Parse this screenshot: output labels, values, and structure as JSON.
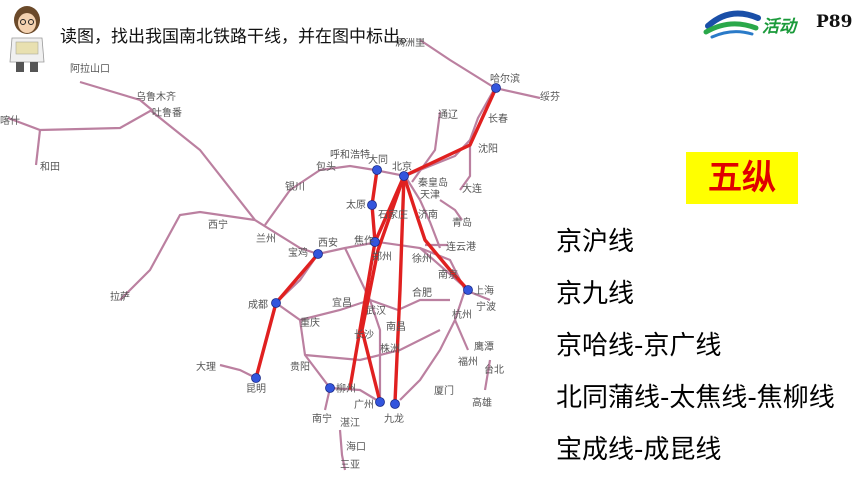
{
  "header": {
    "instruction": "读图，找出我国南北铁路干线，并在图中标出。",
    "logo_text": "活动",
    "page_ref": "P89"
  },
  "banner": {
    "title": "五纵"
  },
  "lines": [
    "京沪线",
    "京九线",
    "京哈线-京广线",
    "北同蒲线-太焦线-焦柳线",
    "宝成线-成昆线"
  ],
  "map": {
    "cities": [
      "阿拉山口",
      "乌鲁木齐",
      "吐鲁番",
      "喀什",
      "和田",
      "满洲里",
      "哈尔滨",
      "绥芬河",
      "长春",
      "通辽",
      "沈阳",
      "大连",
      "呼和浩特",
      "包头",
      "大同",
      "北京",
      "秦皇岛",
      "天津",
      "银川",
      "太原",
      "石家庄",
      "济南",
      "青岛",
      "西宁",
      "兰州",
      "宝鸡",
      "西安",
      "焦作",
      "郑州",
      "徐州",
      "连云港",
      "南京",
      "上海",
      "合肥",
      "宁波",
      "杭州",
      "拉萨",
      "成都",
      "宜昌",
      "武汉",
      "重庆",
      "长沙",
      "株洲",
      "南昌",
      "福州",
      "大理",
      "贵阳",
      "鹰潭",
      "台北",
      "厦门",
      "高雄",
      "昆明",
      "柳州",
      "广州",
      "九龙",
      "南宁",
      "湛江",
      "海口",
      "三亚"
    ]
  },
  "colors": {
    "highlight_line": "#e02020",
    "node": "#3355dd",
    "rail": "#b06a90",
    "banner_bg": "#ffff00",
    "banner_text": "#e00000"
  }
}
